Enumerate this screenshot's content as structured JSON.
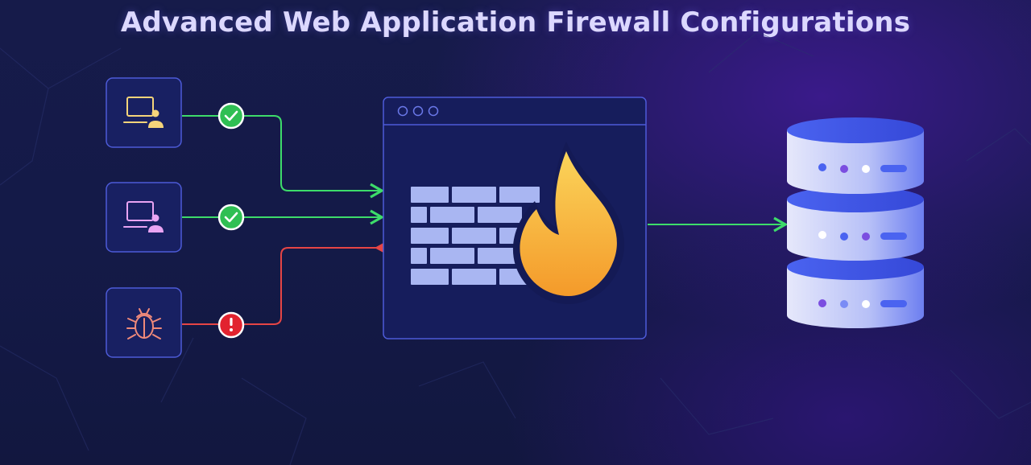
{
  "title": "Advanced Web Application Firewall Configurations",
  "colors": {
    "allowed": "#3ddc6a",
    "blocked": "#e64545",
    "panel_border": "#4d5bd8",
    "brick": "#a9b6f2",
    "flame_outer": "#f4a431",
    "flame_inner": "#fbd45a",
    "server": "#7a8cf5"
  },
  "clients": [
    {
      "name": "user-terminal",
      "icon": "user-computer-icon",
      "status": "allowed",
      "badge_icon": "check-icon",
      "accent": "#f5d47a"
    },
    {
      "name": "user-terminal",
      "icon": "user-computer-icon",
      "status": "allowed",
      "badge_icon": "check-icon",
      "accent": "#e9a4f3"
    },
    {
      "name": "malicious-bot",
      "icon": "bug-icon",
      "status": "blocked",
      "badge_icon": "exclamation-icon",
      "accent": "#f08a7a"
    }
  ],
  "firewall": {
    "icon": "firewall-icon",
    "window_dots": 3
  },
  "server": {
    "icon": "database-server-icon",
    "tiers": 3
  }
}
